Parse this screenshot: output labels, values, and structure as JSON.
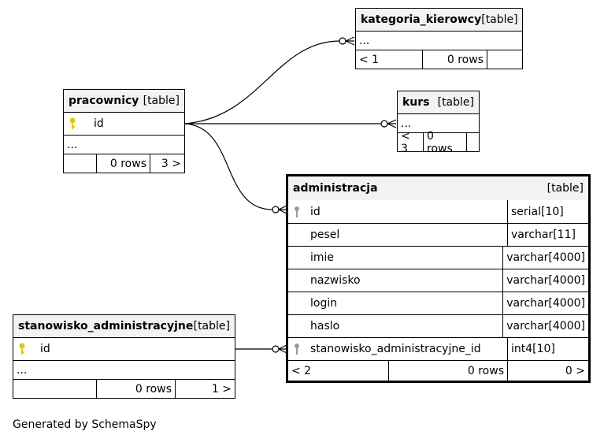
{
  "tables": {
    "kategoria": {
      "name": "kategoria_kierowcy",
      "tag": "[table]",
      "body": "...",
      "foot": [
        "< 1",
        "0 rows",
        ""
      ]
    },
    "kurs": {
      "name": "kurs",
      "tag": "[table]",
      "body": "...",
      "foot": [
        "< 3",
        "0 rows",
        ""
      ]
    },
    "pracownicy": {
      "name": "pracownicy",
      "tag": "[table]",
      "pk": "id",
      "body": "...",
      "foot": [
        "",
        "0 rows",
        "3 >"
      ]
    },
    "administracja": {
      "name": "administracja",
      "tag": "[table]",
      "columns": [
        {
          "name": "id",
          "type": "serial[10]",
          "key": "fk"
        },
        {
          "name": "pesel",
          "type": "varchar[11]",
          "key": ""
        },
        {
          "name": "imie",
          "type": "varchar[4000]",
          "key": ""
        },
        {
          "name": "nazwisko",
          "type": "varchar[4000]",
          "key": ""
        },
        {
          "name": "login",
          "type": "varchar[4000]",
          "key": ""
        },
        {
          "name": "haslo",
          "type": "varchar[4000]",
          "key": ""
        },
        {
          "name": "stanowisko_administracyjne_id",
          "type": "int4[10]",
          "key": "fk"
        }
      ],
      "foot": [
        "< 2",
        "0 rows",
        "0 >"
      ]
    },
    "stanowisko": {
      "name": "stanowisko_administracyjne",
      "tag": "[table]",
      "pk": "id",
      "body": "...",
      "foot": [
        "",
        "0 rows",
        "1 >"
      ]
    }
  },
  "footer": "Generated by SchemaSpy",
  "colors": {
    "pk_key": "#e6c800",
    "fk_key": "#999999",
    "header_bg": "#f3f3f3"
  }
}
